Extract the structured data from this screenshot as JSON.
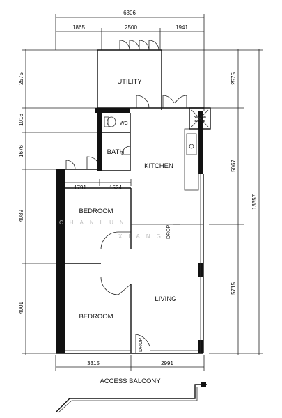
{
  "dimensions": {
    "top_total": "6306",
    "top_1": "1865",
    "top_2": "2500",
    "top_3": "1941",
    "left_1": "2575",
    "left_2": "1016",
    "left_3": "1676",
    "left_4": "4089",
    "left_5": "4001",
    "right_1": "2575",
    "right_2": "5067",
    "right_3": "5715",
    "right_total": "13357",
    "inner_1": "1791",
    "inner_2": "1524",
    "bottom_1": "3315",
    "bottom_2": "2991"
  },
  "rooms": {
    "utility": "UTILITY",
    "wc": "WC",
    "bath": "BATH",
    "kitchen": "KITCHEN",
    "bedroom_1": "BEDROOM",
    "bedroom_2": "BEDROOM",
    "living": "LIVING"
  },
  "labels": {
    "refuse_1": "REFUSE",
    "refuse_2": "CHUTE",
    "drop_upper": "DROP",
    "drop_lower": "DROP",
    "access_balcony": "ACCESS BALCONY"
  },
  "watermark": {
    "line_1": "CHANLUN",
    "line_2": "XIANG"
  }
}
